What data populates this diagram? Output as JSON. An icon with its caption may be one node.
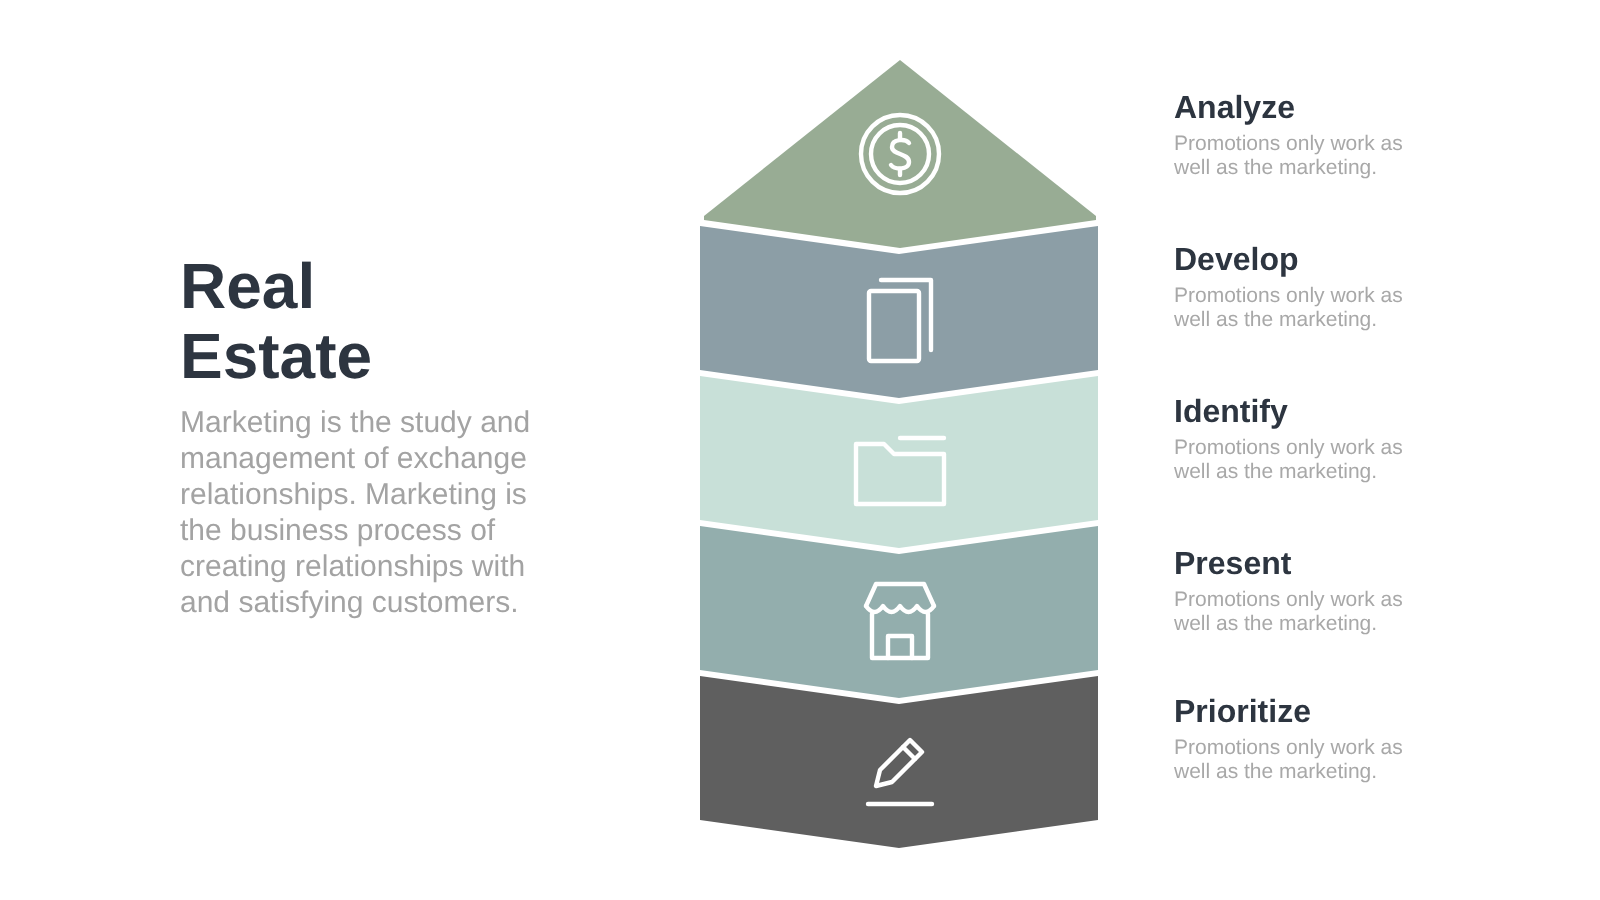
{
  "diagram": {
    "title": "Real Estate",
    "nodes": [
      {
        "text": [],
        "shape": "pentagon",
        "beside": [
          "Analyze",
          "Promotions only work as well as the marketing."
        ]
      },
      {
        "text": [],
        "shape": "chevron",
        "beside": [
          "Develop",
          "Promotions only work as well as the marketing."
        ]
      },
      {
        "text": [],
        "shape": "chevron",
        "beside": [
          "Identify",
          "Promotions only work as well as the marketing."
        ]
      },
      {
        "text": [],
        "shape": "chevron",
        "beside": [
          "Present",
          "Promotions only work as well as the marketing."
        ]
      },
      {
        "text": [],
        "shape": "chevron",
        "beside": [
          "Prioritize",
          "Promotions only work as well as the marketing."
        ]
      }
    ],
    "labels": [
      "Marketing is the study and management of exchange relationships. Marketing is the business process of creating relationships with and satisfying customers."
    ]
  }
}
